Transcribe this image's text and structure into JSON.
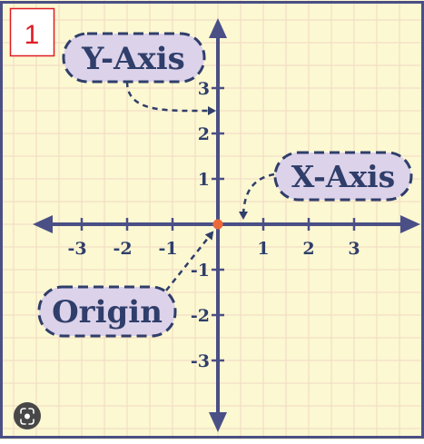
{
  "badge": {
    "label": "1"
  },
  "labels": {
    "y_axis": "Y-Axis",
    "x_axis": "X-Axis",
    "origin": "Origin"
  },
  "x_ticks": [
    "-3",
    "-2",
    "-1",
    "1",
    "2",
    "3"
  ],
  "y_ticks": [
    "3",
    "2",
    "1",
    "-1",
    "-2",
    "-3"
  ],
  "colors": {
    "background": "#fcf8d2",
    "grid": "#f1d9c3",
    "axis": "#4a4f86",
    "callout_fill": "#dcd2e9",
    "callout_stroke": "#2f3e6a",
    "callout_text": "#2f3e6a",
    "origin_point": "#ec6a3a",
    "frame": "#4a4f86",
    "badge": "#e01b24"
  },
  "icons": {
    "lens": "lens-icon"
  }
}
